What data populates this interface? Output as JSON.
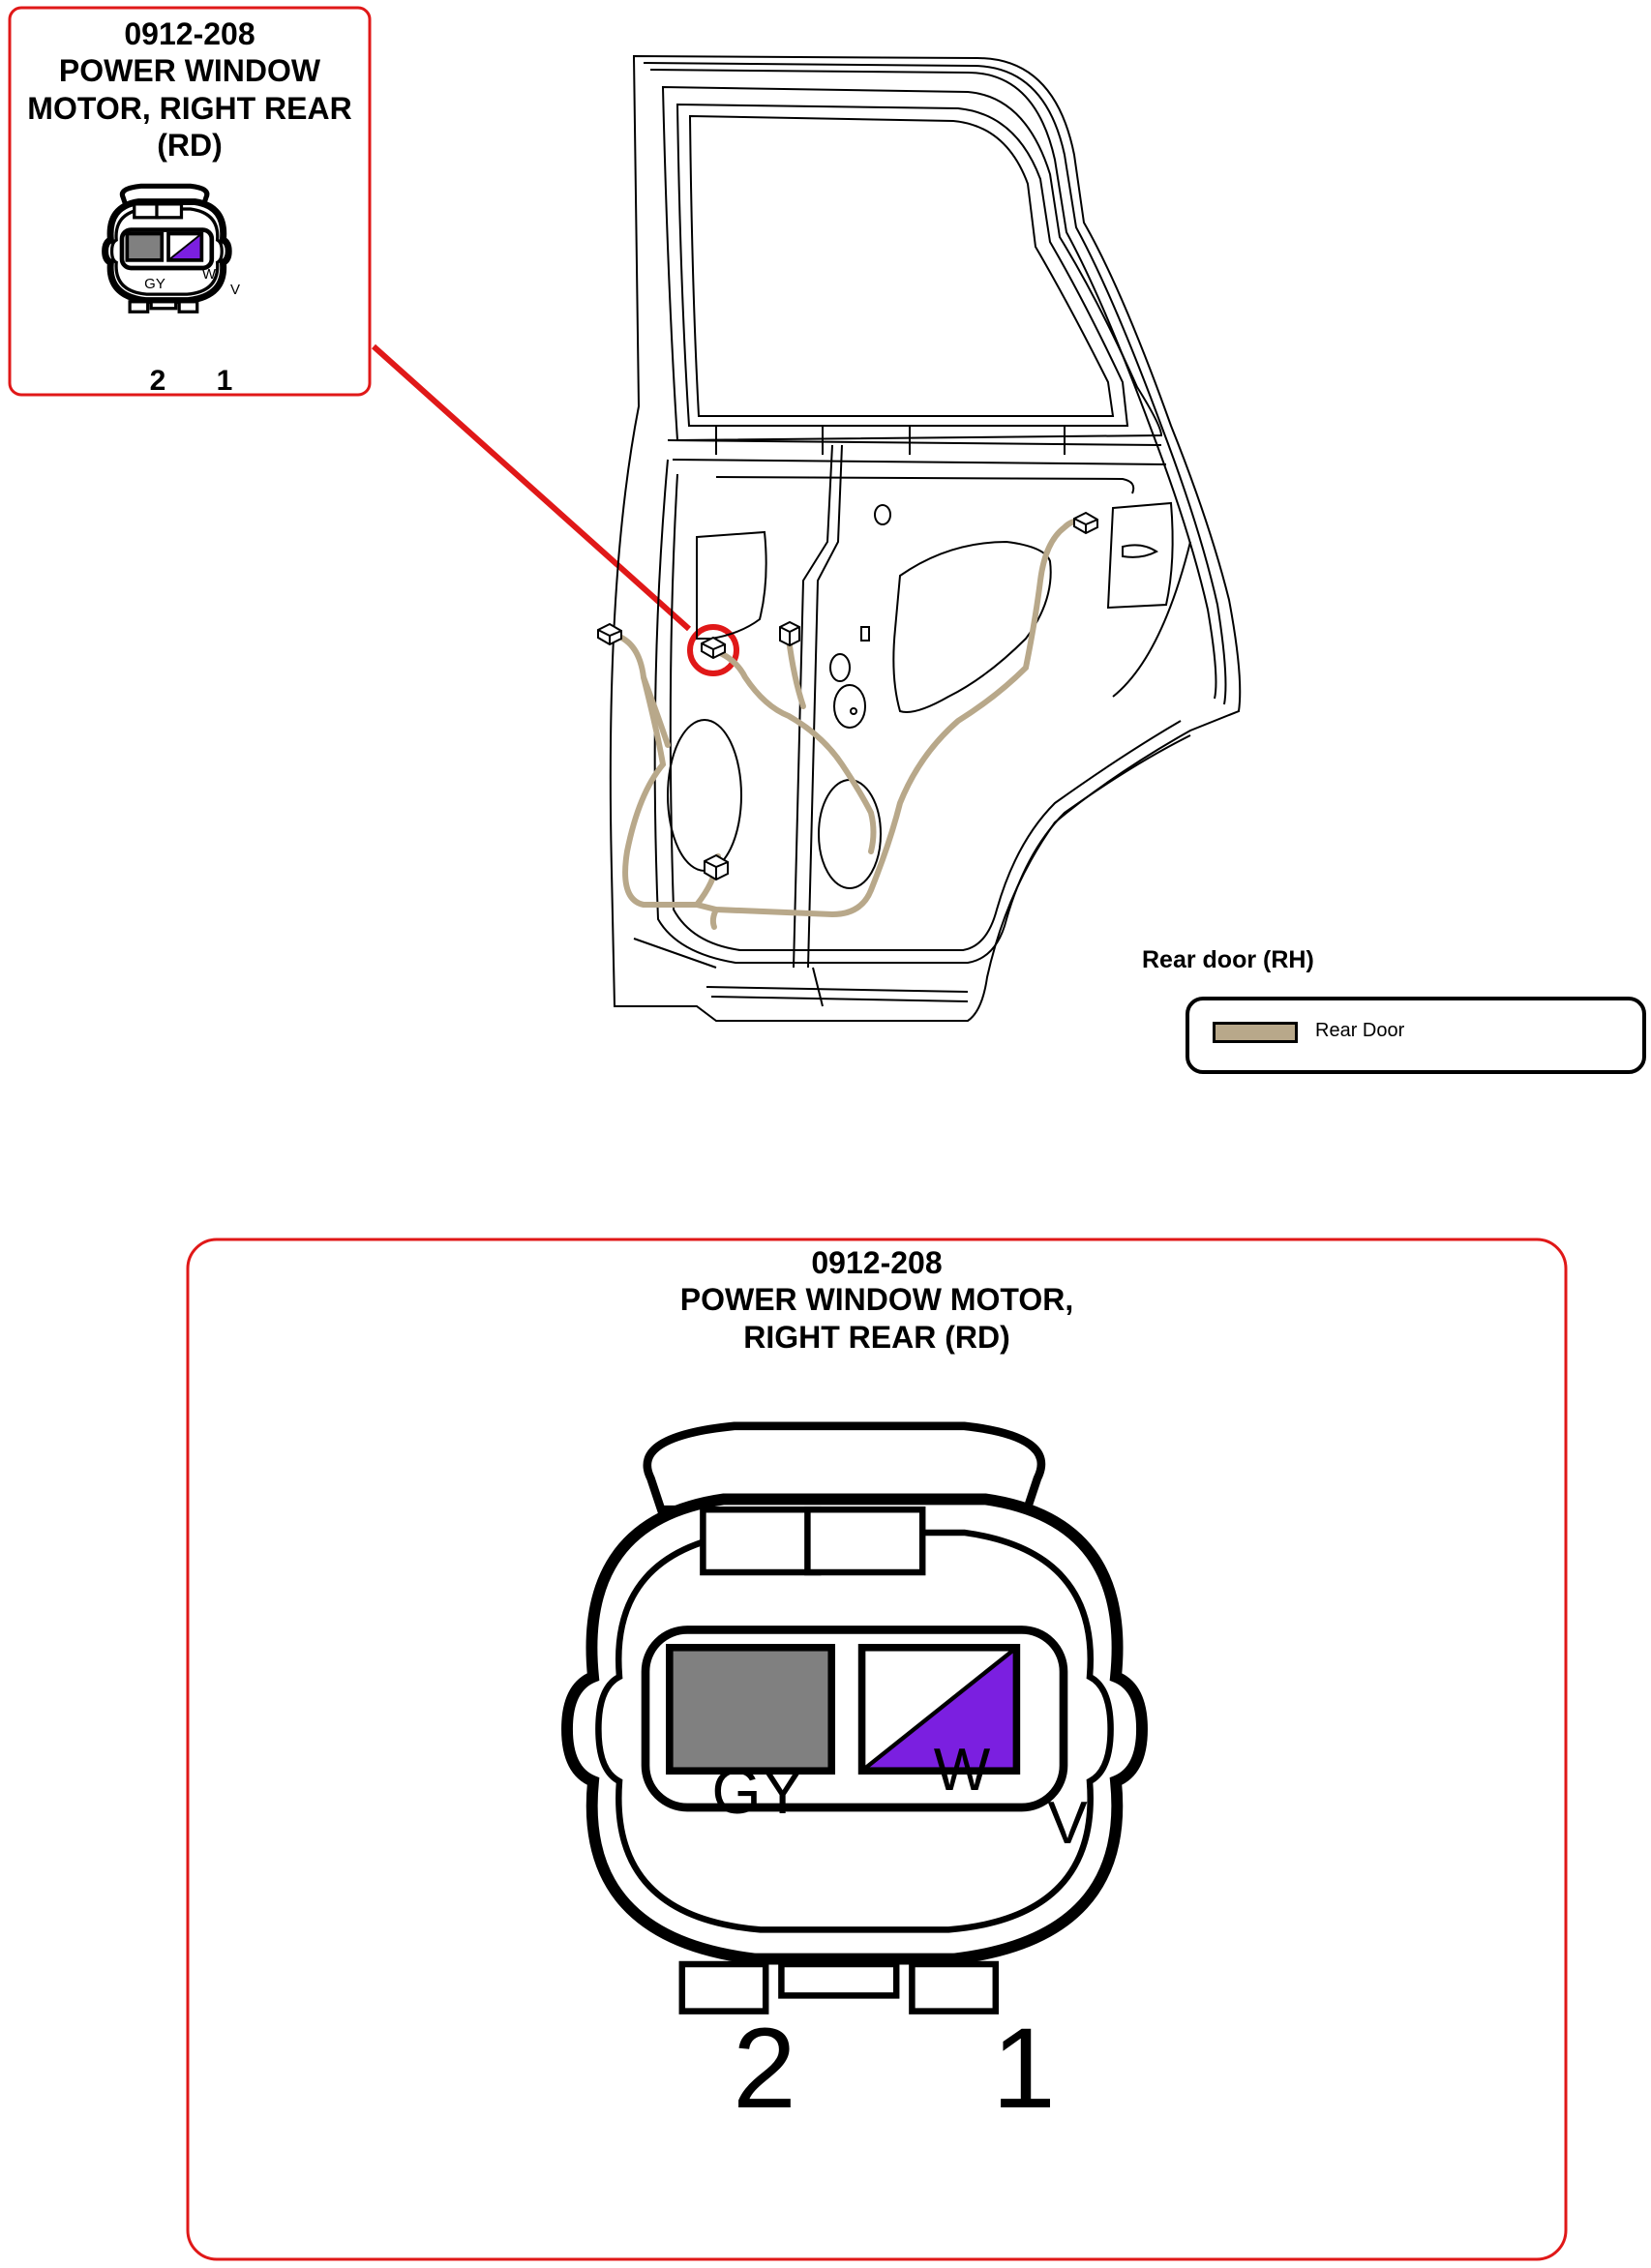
{
  "callout_small": {
    "code": "0912-208",
    "name_line1": "POWER WINDOW",
    "name_line2": "MOTOR, RIGHT REAR",
    "name_line3": "(RD)"
  },
  "callout_large": {
    "code": "0912-208",
    "name_line1": "POWER WINDOW MOTOR,",
    "name_line2": "RIGHT REAR (RD)"
  },
  "connector": {
    "pins": [
      {
        "number": "2",
        "wire": "GY",
        "color": "#808080"
      },
      {
        "number": "1",
        "wire_top": "W",
        "wire_bottom": "V",
        "color_top": "#ffffff",
        "color_bottom": "#7b1fe0"
      }
    ]
  },
  "legend": {
    "title": "Rear door (RH)",
    "item_label": "Rear Door",
    "item_color": "#b8a88a"
  },
  "colors": {
    "callout_border": "#e01818",
    "harness": "#b8a88a",
    "leader_line": "#e01818"
  },
  "icons": [
    "door-outline",
    "connector-icon",
    "wire-harness"
  ]
}
